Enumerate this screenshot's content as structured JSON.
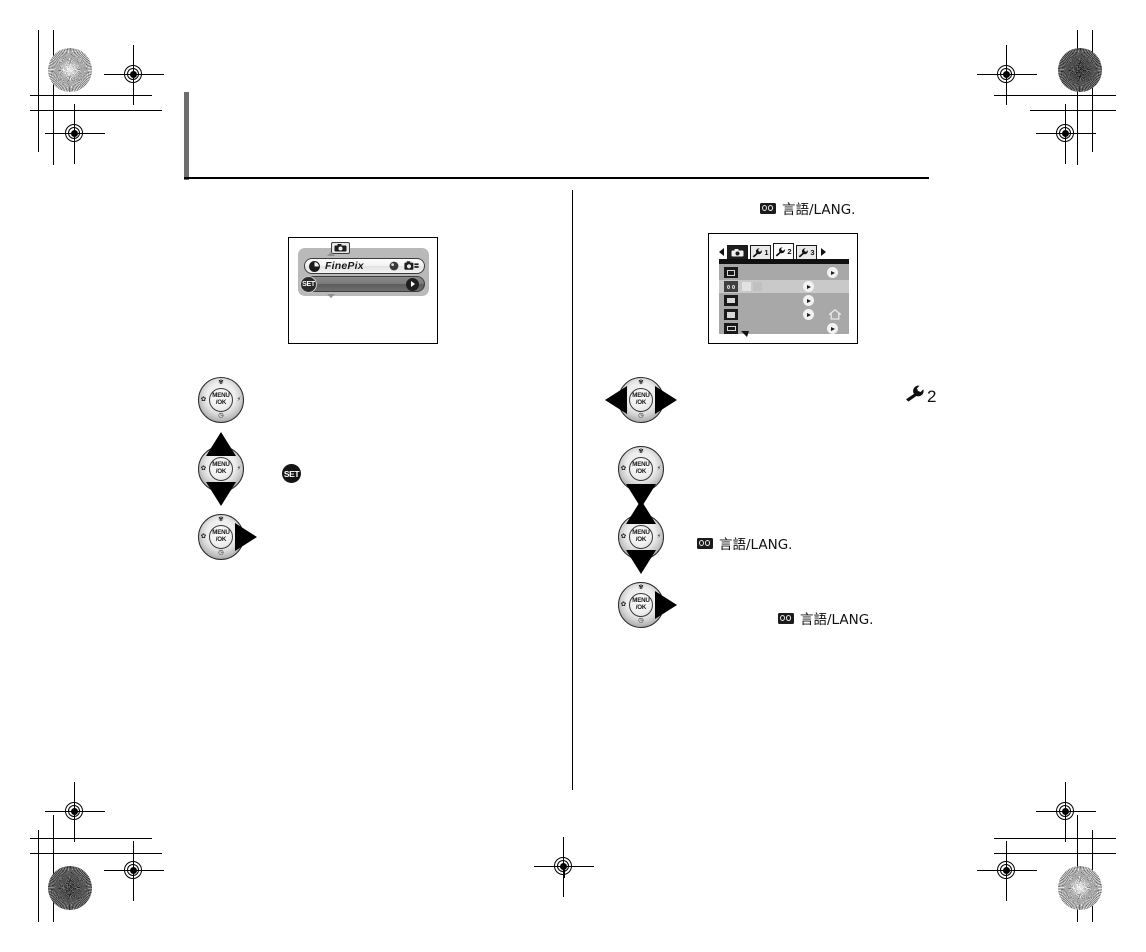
{
  "document": {
    "kind": "camera-manual-page",
    "page_background": "#ffffff"
  },
  "colors": {
    "ink": "#111111",
    "rule": "#000000",
    "bar_gray": "#6e6e6e",
    "lcd_gray": "#b9b9b9",
    "menu_gray": "#a8a8a8",
    "menu_highlight": "#c9c9c9"
  },
  "screen_playback": {
    "label": "playback-setup-screen",
    "tab_icon": "camera-icon",
    "row_primary_text": "FinePix",
    "row_primary_icons": [
      "record-dot-icon",
      "camera-swap-icon"
    ],
    "row_secondary_badge": "SET",
    "row_secondary_arrow": "chevron-right-icon",
    "scroll_up": "triangle-up-icon",
    "scroll_down": "triangle-down-icon"
  },
  "screen_setup": {
    "label": "setup-menu-screen",
    "tabs": [
      {
        "name": "tab-scroll-left",
        "icon": "triangle-left-icon",
        "text": ""
      },
      {
        "name": "tab-shooting",
        "icon": "camera-icon",
        "text": ""
      },
      {
        "name": "tab-setup-1",
        "icon": "wrench-icon",
        "text": "1"
      },
      {
        "name": "tab-setup-2",
        "icon": "wrench-icon",
        "text": "2",
        "selected": true
      },
      {
        "name": "tab-setup-3",
        "icon": "wrench-icon",
        "text": "3"
      },
      {
        "name": "tab-scroll-right",
        "icon": "triangle-right-icon",
        "text": ""
      }
    ],
    "rows": [
      {
        "name": "menu-row-1",
        "icon": "frame-icon",
        "text": "",
        "chevron": true,
        "highlighted": false
      },
      {
        "name": "menu-row-2",
        "icon": "language-icon",
        "text": "",
        "chevron": true,
        "highlighted": true
      },
      {
        "name": "menu-row-3",
        "icon": "monitor-icon",
        "text": "",
        "chevron": true,
        "highlighted": false
      },
      {
        "name": "menu-row-4",
        "icon": "speaker-icon",
        "text": "",
        "chevron": true,
        "highlighted": false,
        "extra_icon": "home-icon"
      },
      {
        "name": "menu-row-5",
        "icon": "battery-icon",
        "text": "",
        "chevron": true,
        "highlighted": false
      }
    ],
    "scroll_more": "triangle-down-icon"
  },
  "left_column": {
    "steps": [
      {
        "name": "step-press-menu",
        "controller": {
          "center_line1": "MENU",
          "center_line2": "/OK",
          "arrows": []
        },
        "note": ""
      },
      {
        "name": "step-select-updown",
        "controller": {
          "center_line1": "MENU",
          "center_line2": "/OK",
          "arrows": [
            "up",
            "down"
          ]
        },
        "note": "",
        "badge": "SET"
      },
      {
        "name": "step-press-right",
        "controller": {
          "center_line1": "MENU",
          "center_line2": "/OK",
          "arrows": [
            "right"
          ]
        },
        "note": ""
      }
    ]
  },
  "right_column": {
    "heading": {
      "icon": "language-icon",
      "text": "言語/LANG."
    },
    "steps": [
      {
        "name": "step-select-tab",
        "controller": {
          "center_line1": "MENU",
          "center_line2": "/OK",
          "arrows": [
            "left",
            "right"
          ]
        },
        "note": {
          "icon": "wrench-icon",
          "text": "2"
        }
      },
      {
        "name": "step-move-down",
        "controller": {
          "center_line1": "MENU",
          "center_line2": "/OK",
          "arrows": [
            "down"
          ]
        },
        "note": {
          "icon": "",
          "text": ""
        }
      },
      {
        "name": "step-highlight-language",
        "controller": {
          "center_line1": "MENU",
          "center_line2": "/OK",
          "arrows": [
            "up",
            "down"
          ]
        },
        "note": {
          "icon": "language-icon",
          "text": "言語/LANG."
        }
      },
      {
        "name": "step-enter-language",
        "controller": {
          "center_line1": "MENU",
          "center_line2": "/OK",
          "arrows": [
            "right"
          ]
        },
        "note": {
          "icon": "language-icon",
          "text": "言語/LANG."
        }
      }
    ]
  },
  "print_marks": {
    "registration_targets": 8,
    "halftone_patches": 4,
    "target_icon": "registration-target-icon",
    "halftone_icon": "halftone-patch-icon",
    "crop_icon": "crop-mark-icon"
  }
}
